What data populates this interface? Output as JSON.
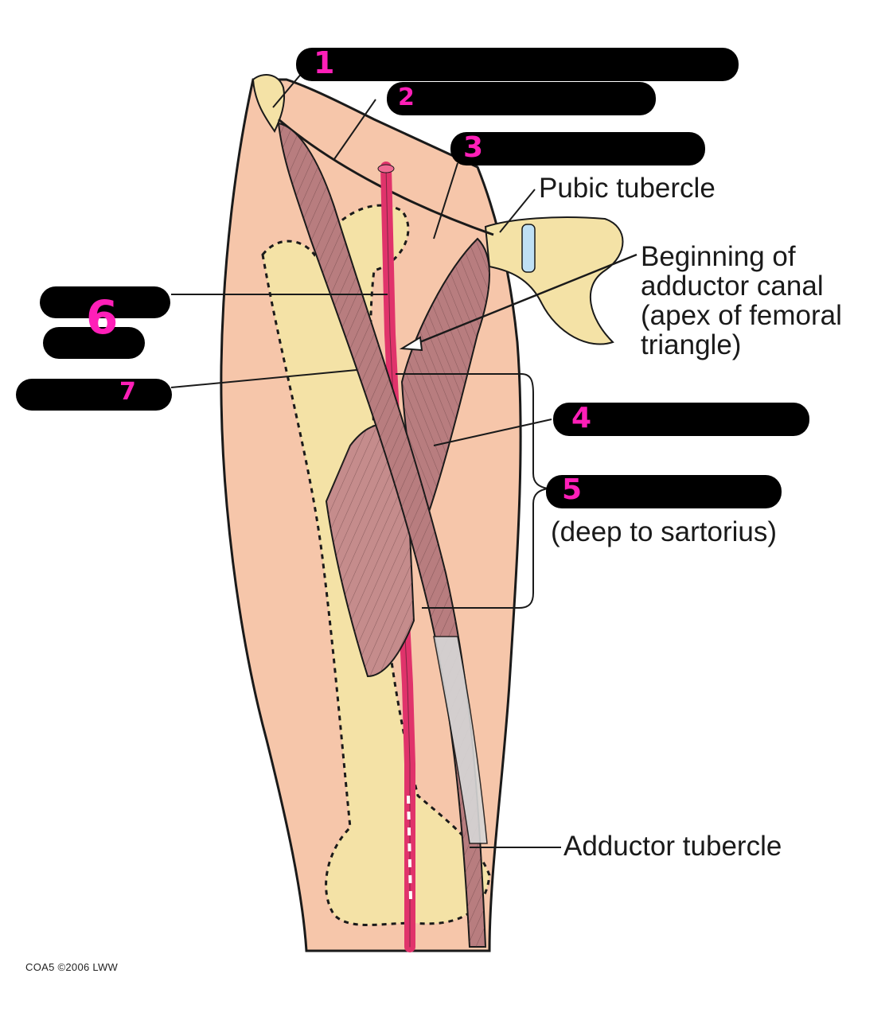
{
  "labels": {
    "pubic_tubercle": "Pubic tubercle",
    "adductor_canal": [
      "Beginning of",
      "adductor canal",
      "(apex of femoral",
      "triangle)"
    ],
    "deep_to_sartorius": "(deep to sartorius)",
    "adductor_tubercle": "Adductor tubercle"
  },
  "numbers": {
    "n1": "1",
    "n2": "2",
    "n3": "3",
    "n4": "4",
    "n5": "5",
    "n6": "6",
    "n7": "7"
  },
  "credit": "COA5 ©2006 LWW",
  "colors": {
    "skin": "#f6c6aa",
    "bone": "#f4e2a6",
    "muscle": "#b87d7f",
    "artery": "#e0336b",
    "tendon": "#d7d7d7",
    "marker": "#ff1fb8",
    "redaction": "#000000"
  }
}
